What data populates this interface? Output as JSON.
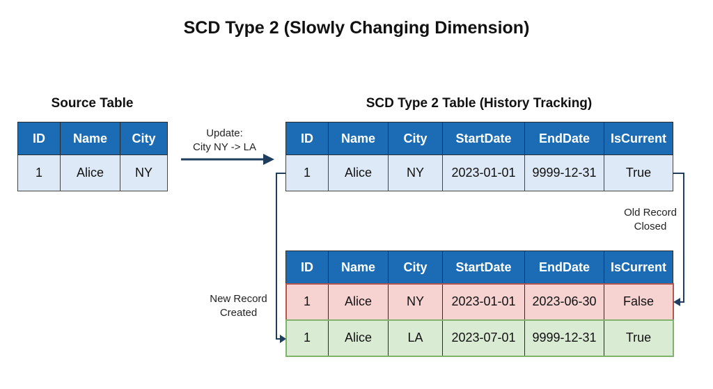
{
  "title": "SCD Type 2 (Slowly Changing Dimension)",
  "source_table": {
    "title": "Source Table",
    "headers": [
      "ID",
      "Name",
      "City"
    ],
    "rows": [
      [
        "1",
        "Alice",
        "NY"
      ]
    ]
  },
  "update_label": {
    "line1": "Update:",
    "line2": "City NY -> LA"
  },
  "history_table": {
    "title": "SCD Type 2 Table (History Tracking)",
    "headers": [
      "ID",
      "Name",
      "City",
      "StartDate",
      "EndDate",
      "IsCurrent"
    ],
    "rows": [
      [
        "1",
        "Alice",
        "NY",
        "2023-01-01",
        "9999-12-31",
        "True"
      ]
    ]
  },
  "result_table": {
    "headers": [
      "ID",
      "Name",
      "City",
      "StartDate",
      "EndDate",
      "IsCurrent"
    ],
    "rows": [
      [
        "1",
        "Alice",
        "NY",
        "2023-01-01",
        "2023-06-30",
        "False"
      ],
      [
        "1",
        "Alice",
        "LA",
        "2023-07-01",
        "9999-12-31",
        "True"
      ]
    ]
  },
  "old_record_label": {
    "line1": "Old Record",
    "line2": "Closed"
  },
  "new_record_label": {
    "line1": "New Record",
    "line2": "Created"
  },
  "colors": {
    "header": "#1b6cb5",
    "current": "#dde9f6",
    "closed": "#f6d2d1",
    "new": "#d9ecd3",
    "arrow": "#1f3d5c"
  }
}
